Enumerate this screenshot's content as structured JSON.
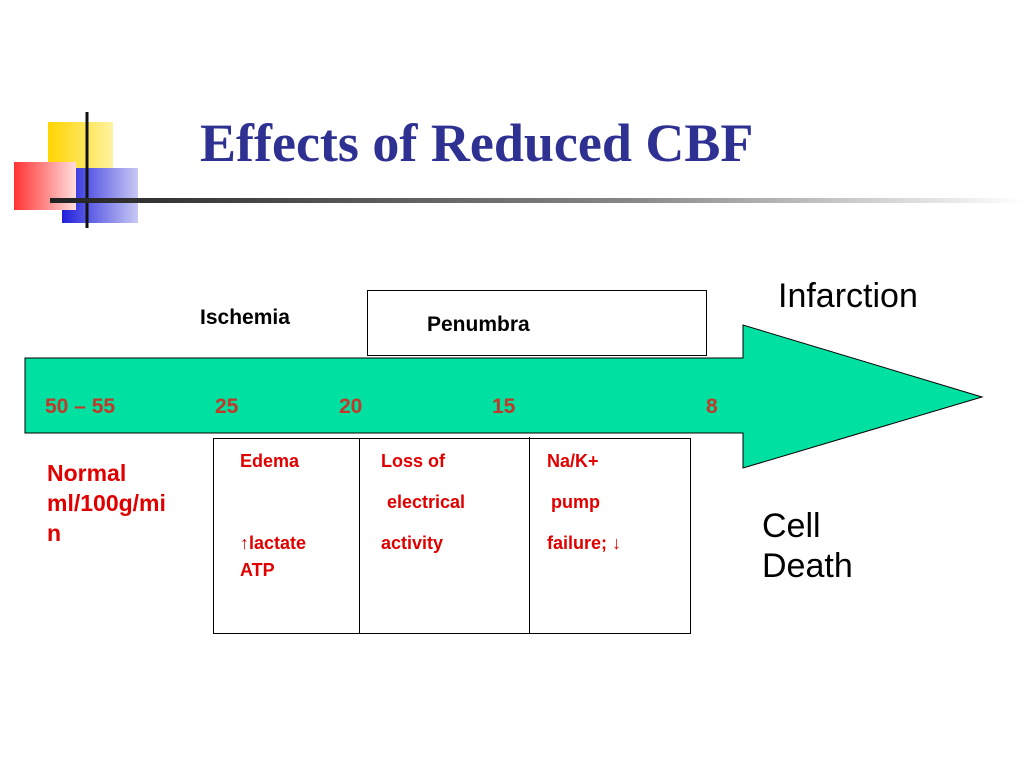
{
  "title": "Effects of Reduced CBF",
  "labels": {
    "infarction": "Infarction",
    "ischemia": "Ischemia",
    "penumbra": "Penumbra",
    "cell_death_1": "Cell",
    "cell_death_2": "Death"
  },
  "scale": [
    "50 – 55",
    "25",
    "20",
    "15",
    "8"
  ],
  "normal": {
    "line1": "Normal",
    "line2": "ml/100g/mi",
    "line3": "n"
  },
  "columns": {
    "col1": {
      "l1": "Edema",
      "l2": "↑lactate",
      "l3": "ATP"
    },
    "col2": {
      "l1": "Loss of",
      "l2": "electrical",
      "l3": "activity"
    },
    "col3": {
      "l1": "Na/K+",
      "l2": "pump",
      "l3": "failure; ↓"
    }
  },
  "colors": {
    "title": "#2E3192",
    "arrow": "#00E0A0",
    "numbers": "#C0392B",
    "red_text": "#E00000"
  }
}
